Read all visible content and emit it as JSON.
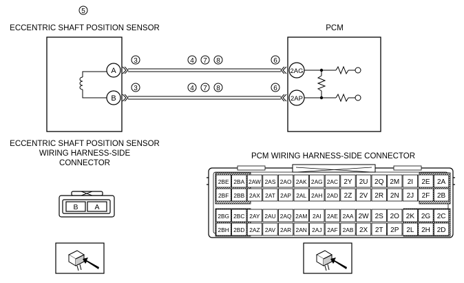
{
  "sensor": {
    "callout": "5",
    "name": "ECCENTRIC SHAFT POSITION SENSOR",
    "harness_title_line1": "ECCENTRIC SHAFT POSITION SENSOR",
    "harness_title_line2": "WIRING HARNESS-SIDE",
    "harness_title_line3": "CONNECTOR",
    "pins": [
      "A",
      "B"
    ],
    "connector_pins": [
      "B",
      "A"
    ]
  },
  "pcm": {
    "name": "PCM",
    "pins": [
      "2AG",
      "2AP"
    ],
    "connector_title": "PCM WIRING HARNESS-SIDE CONNECTOR"
  },
  "wiring": {
    "sensor_side_callout": "3",
    "mid_callouts": [
      "4",
      "7",
      "8"
    ],
    "pcm_side_callout": "6"
  },
  "pcm_connector": {
    "rows": [
      [
        "2BE",
        "2BA",
        "2AW",
        "2AS",
        "2AO",
        "2AK",
        "2AG",
        "2AC",
        "2Y",
        "2U",
        "2Q",
        "2M",
        "2I",
        "2E",
        "2A"
      ],
      [
        "2BF",
        "2BB",
        "2AX",
        "2AT",
        "2AP",
        "2AL",
        "2AH",
        "2AD",
        "2Z",
        "2V",
        "2R",
        "2N",
        "2J",
        "2F",
        "2B"
      ],
      [
        "2BG",
        "2BC",
        "2AY",
        "2AU",
        "2AQ",
        "2AM",
        "2AI",
        "2AE",
        "2AA",
        "2W",
        "2S",
        "2O",
        "2K",
        "2G",
        "2C"
      ],
      [
        "2BH",
        "2BD",
        "2AZ",
        "2AV",
        "2AR",
        "2AN",
        "2AJ",
        "2AF",
        "2AB",
        "2X",
        "2T",
        "2P",
        "2L",
        "2H",
        "2D"
      ]
    ]
  }
}
